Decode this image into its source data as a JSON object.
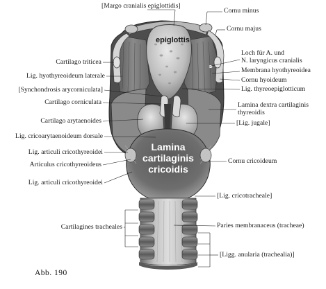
{
  "figure_label": "Abb. 190",
  "on_image": {
    "epiglottis": "epiglottis",
    "lamina_1": "Lamina",
    "lamina_2": "cartilaginis",
    "lamina_3": "cricoidis"
  },
  "labels": {
    "margo": "[Margo cranialis epiglottidis]",
    "cornu_minus": "Cornu minus",
    "cornu_majus": "Cornu majus",
    "loch_1": "Loch für A. und",
    "loch_2": "N. laryngicus cranialis",
    "membrana": "Membrana hyothyreoidea",
    "cornu_hyoideum": "Cornu hyoideum",
    "lig_thyreoepi": "Lig. thyreoepiglotticum",
    "lamina_dextra_1": "Lamina dextra cartilaginis",
    "lamina_dextra_2": "thyreoidis",
    "lig_jugale": "[Lig. jugale]",
    "cornu_cricoideum": "Cornu cricoideum",
    "lig_cricotracheale": "[Lig. cricotracheale]",
    "paries": "Paries membranaceus (tracheae)",
    "ligg_anularia": "[Ligg. anularia (trachealia)]",
    "cart_triticea": "Cartilago triticea",
    "lig_hyothyreoideum": "Lig. hyothyreoideum laterale",
    "synchondrosis": "[Synchondrosis arycorniculata]",
    "cart_corniculata": "Cartilago corniculata",
    "cart_arytaenoides": "Cartilago arytaenoides",
    "lig_cricoarytaenoideum": "Lig. cricoarytaenoideum dorsale",
    "lig_articuli_1": "Lig. articuli cricothyreoidei",
    "articulus": "Articulus cricothyreoideus",
    "lig_articuli_2": "Lig. articuli cricothyreoidei",
    "cartilagines": "Cartilagines tracheales"
  }
}
